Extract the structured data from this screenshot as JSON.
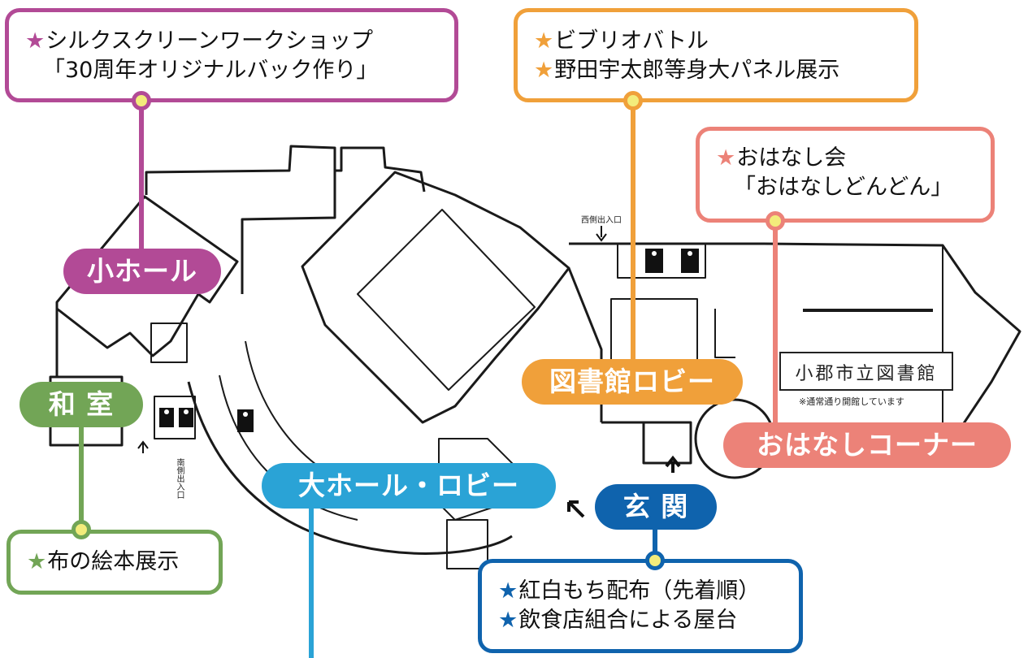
{
  "colors": {
    "purple": "#b24a96",
    "orange": "#f0a03a",
    "salmon": "#ec8278",
    "green": "#72a556",
    "lightblue": "#2aa3d6",
    "blue": "#0f63ad",
    "dot_fill": "#f3ec7b"
  },
  "areas": {
    "small_hall": "小ホール",
    "washitsu": "和 室",
    "library_lobby": "図書館ロビー",
    "ohanashi_corner": "おはなしコーナー",
    "big_hall_lobby": "大ホール・ロビー",
    "entrance": "玄 関"
  },
  "events": {
    "small_hall": {
      "line1": "シルクスクリーンワークショップ",
      "line2": "「30周年オリジナルバック作り」"
    },
    "library_lobby": {
      "line1": "ビブリオバトル",
      "line2": "野田宇太郎等身大パネル展示"
    },
    "ohanashi_corner": {
      "line1": "おはなし会",
      "line2": "「おはなしどんどん」"
    },
    "washitsu": {
      "line1": "布の絵本展示"
    },
    "entrance": {
      "line1": "紅白もち配布（先着順）",
      "line2": "飲食店組合による屋台"
    }
  },
  "star_glyph": "★",
  "map_labels": {
    "library_name": "小郡市立図書館",
    "library_note": "※通常通り開館しています",
    "west_exit": "西側出入口",
    "south_exit": "南側出入口"
  }
}
